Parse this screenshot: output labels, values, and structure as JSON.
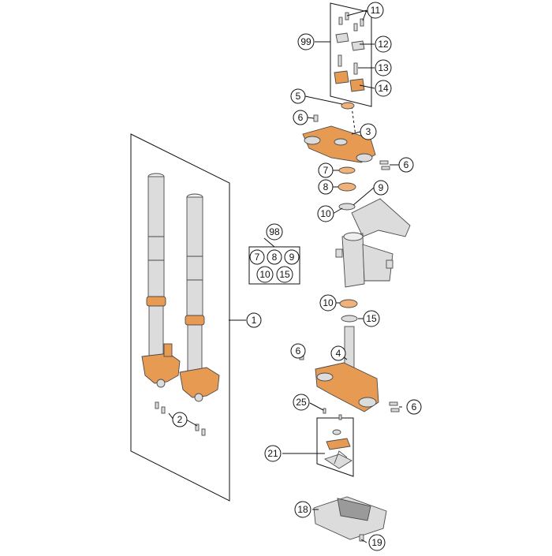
{
  "callouts": [
    {
      "id": "c-11",
      "label": "11"
    },
    {
      "id": "c-99",
      "label": "99"
    },
    {
      "id": "c-12",
      "label": "12"
    },
    {
      "id": "c-13",
      "label": "13"
    },
    {
      "id": "c-14",
      "label": "14"
    },
    {
      "id": "c-5",
      "label": "5"
    },
    {
      "id": "c-6a",
      "label": "6"
    },
    {
      "id": "c-3",
      "label": "3"
    },
    {
      "id": "c-6b",
      "label": "6"
    },
    {
      "id": "c-7",
      "label": "7"
    },
    {
      "id": "c-8",
      "label": "8"
    },
    {
      "id": "c-9",
      "label": "9"
    },
    {
      "id": "c-10a",
      "label": "10"
    },
    {
      "id": "c-98",
      "label": "98"
    },
    {
      "id": "c-10b",
      "label": "10"
    },
    {
      "id": "c-15",
      "label": "15"
    },
    {
      "id": "c-1",
      "label": "1"
    },
    {
      "id": "c-6c",
      "label": "6"
    },
    {
      "id": "c-4",
      "label": "4"
    },
    {
      "id": "c-25",
      "label": "25"
    },
    {
      "id": "c-6d",
      "label": "6"
    },
    {
      "id": "c-2",
      "label": "2"
    },
    {
      "id": "c-21",
      "label": "21"
    },
    {
      "id": "c-18",
      "label": "18"
    },
    {
      "id": "c-19",
      "label": "19"
    }
  ],
  "kit_98": [
    "7",
    "8",
    "9",
    "10",
    "15"
  ],
  "colors": {
    "orange": "#e79a52",
    "line": "#111111",
    "part_fill": "#dcdcdc"
  }
}
